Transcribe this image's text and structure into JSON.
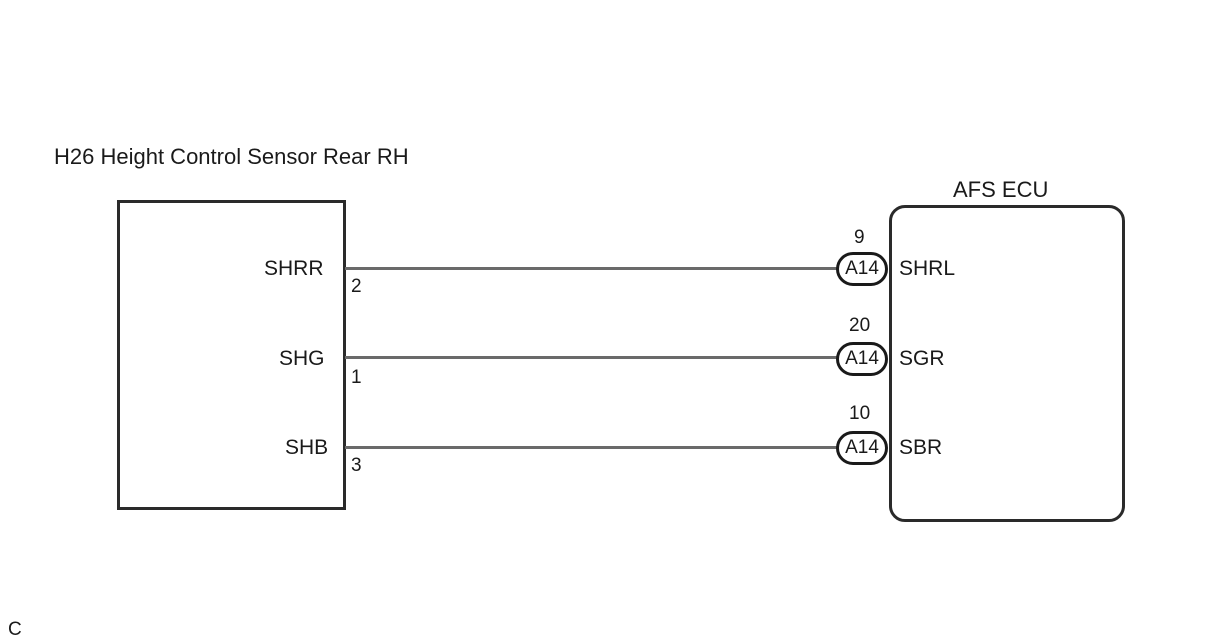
{
  "sensor": {
    "title": "H26 Height Control Sensor Rear RH",
    "pins": [
      {
        "name": "SHRR",
        "number": "2"
      },
      {
        "name": "SHG",
        "number": "1"
      },
      {
        "name": "SHB",
        "number": "3"
      }
    ]
  },
  "ecu": {
    "title": "AFS ECU",
    "pins": [
      {
        "name": "SHRL",
        "number": "9",
        "connector": "A14"
      },
      {
        "name": "SGR",
        "number": "20",
        "connector": "A14"
      },
      {
        "name": "SBR",
        "number": "10",
        "connector": "A14"
      }
    ]
  },
  "footer": {
    "code": "C"
  }
}
